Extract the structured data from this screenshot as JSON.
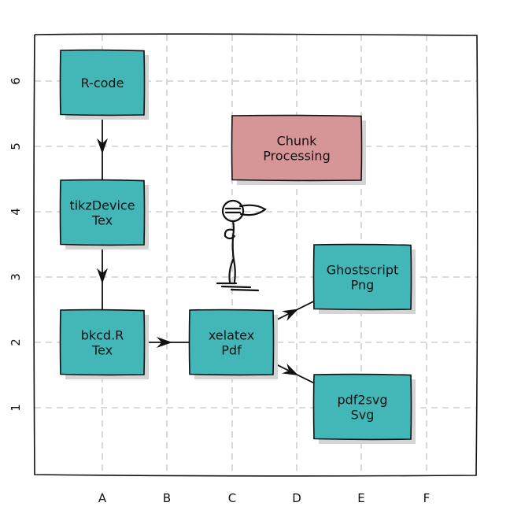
{
  "diagram": {
    "x_ticks": [
      "A",
      "B",
      "C",
      "D",
      "E",
      "F"
    ],
    "y_ticks": [
      "1",
      "2",
      "3",
      "4",
      "5",
      "6"
    ],
    "colors": {
      "node_fill": "#43b7b7",
      "highlight_fill": "#d69597",
      "shadow": "#d4d4d4",
      "grid": "#cfcfcf",
      "ink": "#111111"
    },
    "nodes": [
      {
        "id": "rcode",
        "lines": [
          "R-code"
        ]
      },
      {
        "id": "tikz",
        "lines": [
          "tikzDevice",
          "Tex"
        ]
      },
      {
        "id": "bkcd",
        "lines": [
          "bkcd.R",
          "Tex"
        ]
      },
      {
        "id": "xelatex",
        "lines": [
          "xelatex",
          "Pdf"
        ]
      },
      {
        "id": "ghost",
        "lines": [
          "Ghostscript",
          "Png"
        ]
      },
      {
        "id": "pdf2svg",
        "lines": [
          "pdf2svg",
          "Svg"
        ]
      },
      {
        "id": "chunk",
        "lines": [
          "Chunk",
          "Processing"
        ],
        "highlight": true
      }
    ],
    "edges": [
      {
        "from": "rcode",
        "to": "tikz"
      },
      {
        "from": "tikz",
        "to": "bkcd"
      },
      {
        "from": "bkcd",
        "to": "xelatex"
      },
      {
        "from": "xelatex",
        "to": "ghost"
      },
      {
        "from": "xelatex",
        "to": "pdf2svg"
      }
    ],
    "figure": "stick-figure"
  }
}
